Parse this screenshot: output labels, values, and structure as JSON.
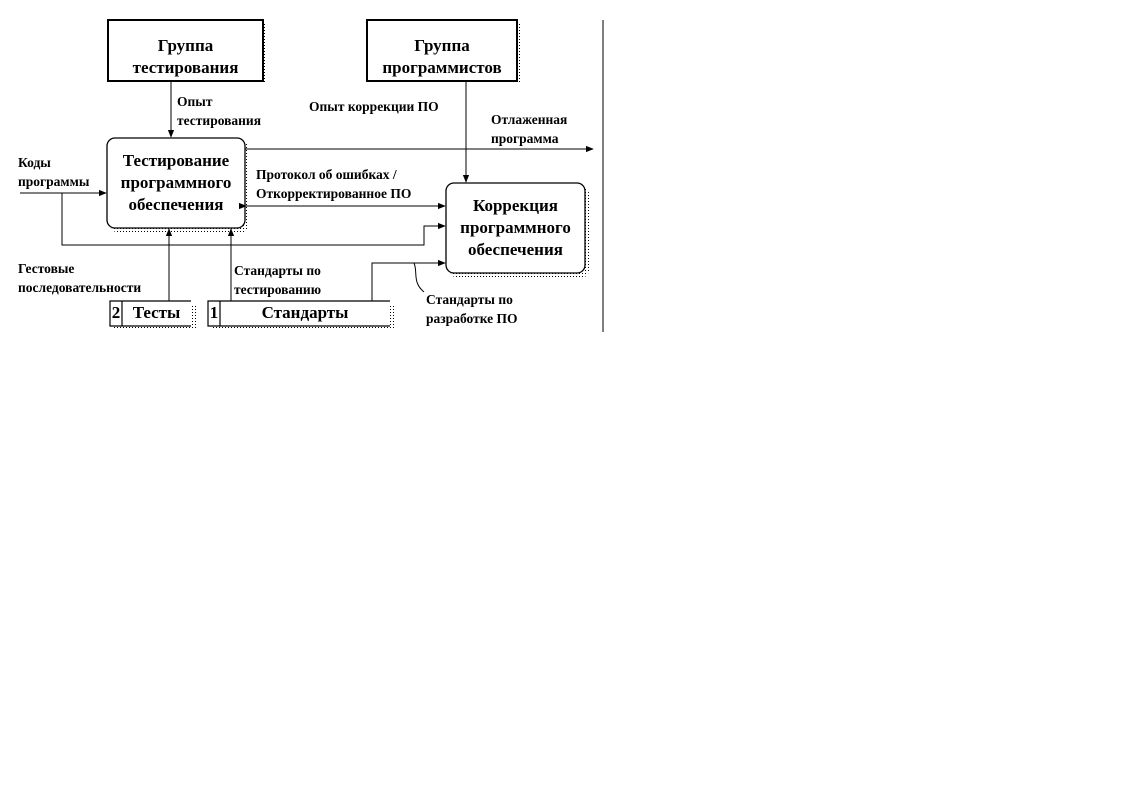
{
  "external": {
    "testing_group": [
      "Группа",
      "тестирования"
    ],
    "programmers_group": [
      "Группа",
      "программистов"
    ]
  },
  "activities": {
    "testing": [
      "Тестирование",
      "программного",
      "обеспечения"
    ],
    "correction": [
      "Коррекция",
      "программного",
      "обеспечения"
    ]
  },
  "stores": {
    "tests": {
      "number": "2",
      "name": "Тесты"
    },
    "standards": {
      "number": "1",
      "name": "Стандарты"
    }
  },
  "flows": {
    "testing_experience": [
      "Опыт",
      "тестирования"
    ],
    "correction_experience": "Опыт коррекции ПО",
    "debugged_program": [
      "Отлаженная",
      "программа"
    ],
    "program_codes": [
      "Коды",
      "программы"
    ],
    "error_protocol": [
      "Протокол об ошибках /",
      "Откорректированное ПО"
    ],
    "test_sequences": [
      "Гестовые",
      "последовательности"
    ],
    "testing_standards": [
      "Стандарты по",
      "тестированию"
    ],
    "development_standards": [
      "Стандарты по",
      "разработке ПО"
    ]
  }
}
